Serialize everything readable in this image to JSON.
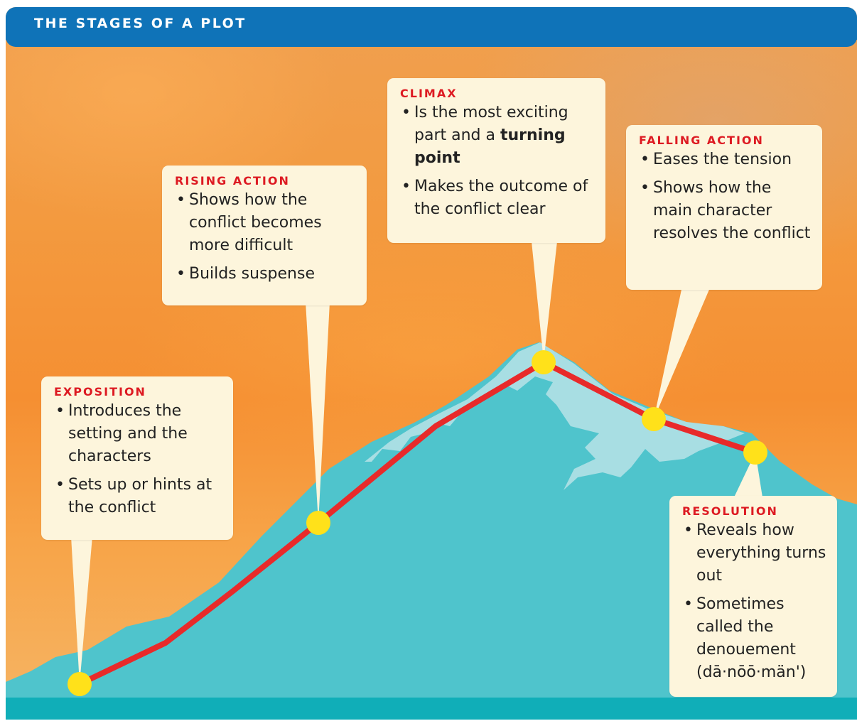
{
  "title": "THE STAGES OF A PLOT",
  "colors": {
    "title_bar": "#0f73b8",
    "stage_heading": "#dd1a22",
    "plot_line": "#e82a2a",
    "stage_marker": "#ffe11a",
    "card_background": "#fdf5dc",
    "mountain": "#4fc4cc",
    "snow": "#a8dee3",
    "sky": "#f59a3c"
  },
  "stages": [
    {
      "id": "exposition",
      "heading": "EXPOSITION",
      "bullets": [
        "Introduces the setting and the characters",
        "Sets up or hints at the conflict"
      ]
    },
    {
      "id": "rising-action",
      "heading": "RISING ACTION",
      "bullets": [
        "Shows how the conflict becomes more difficult",
        "Builds suspense"
      ]
    },
    {
      "id": "climax",
      "heading": "CLIMAX",
      "bullets": [
        "Is the most exciting part and a ",
        "Makes the outcome of the conflict clear"
      ],
      "bold_phrase": "turning point"
    },
    {
      "id": "falling-action",
      "heading": "FALLING ACTION",
      "bullets": [
        "Eases the tension",
        "Shows how the main character resolves the conflict"
      ]
    },
    {
      "id": "resolution",
      "heading": "RESOLUTION",
      "bullets": [
        "Reveals how everything turns out",
        "Sometimes called the denouement (dā·nōō·män')"
      ]
    }
  ]
}
